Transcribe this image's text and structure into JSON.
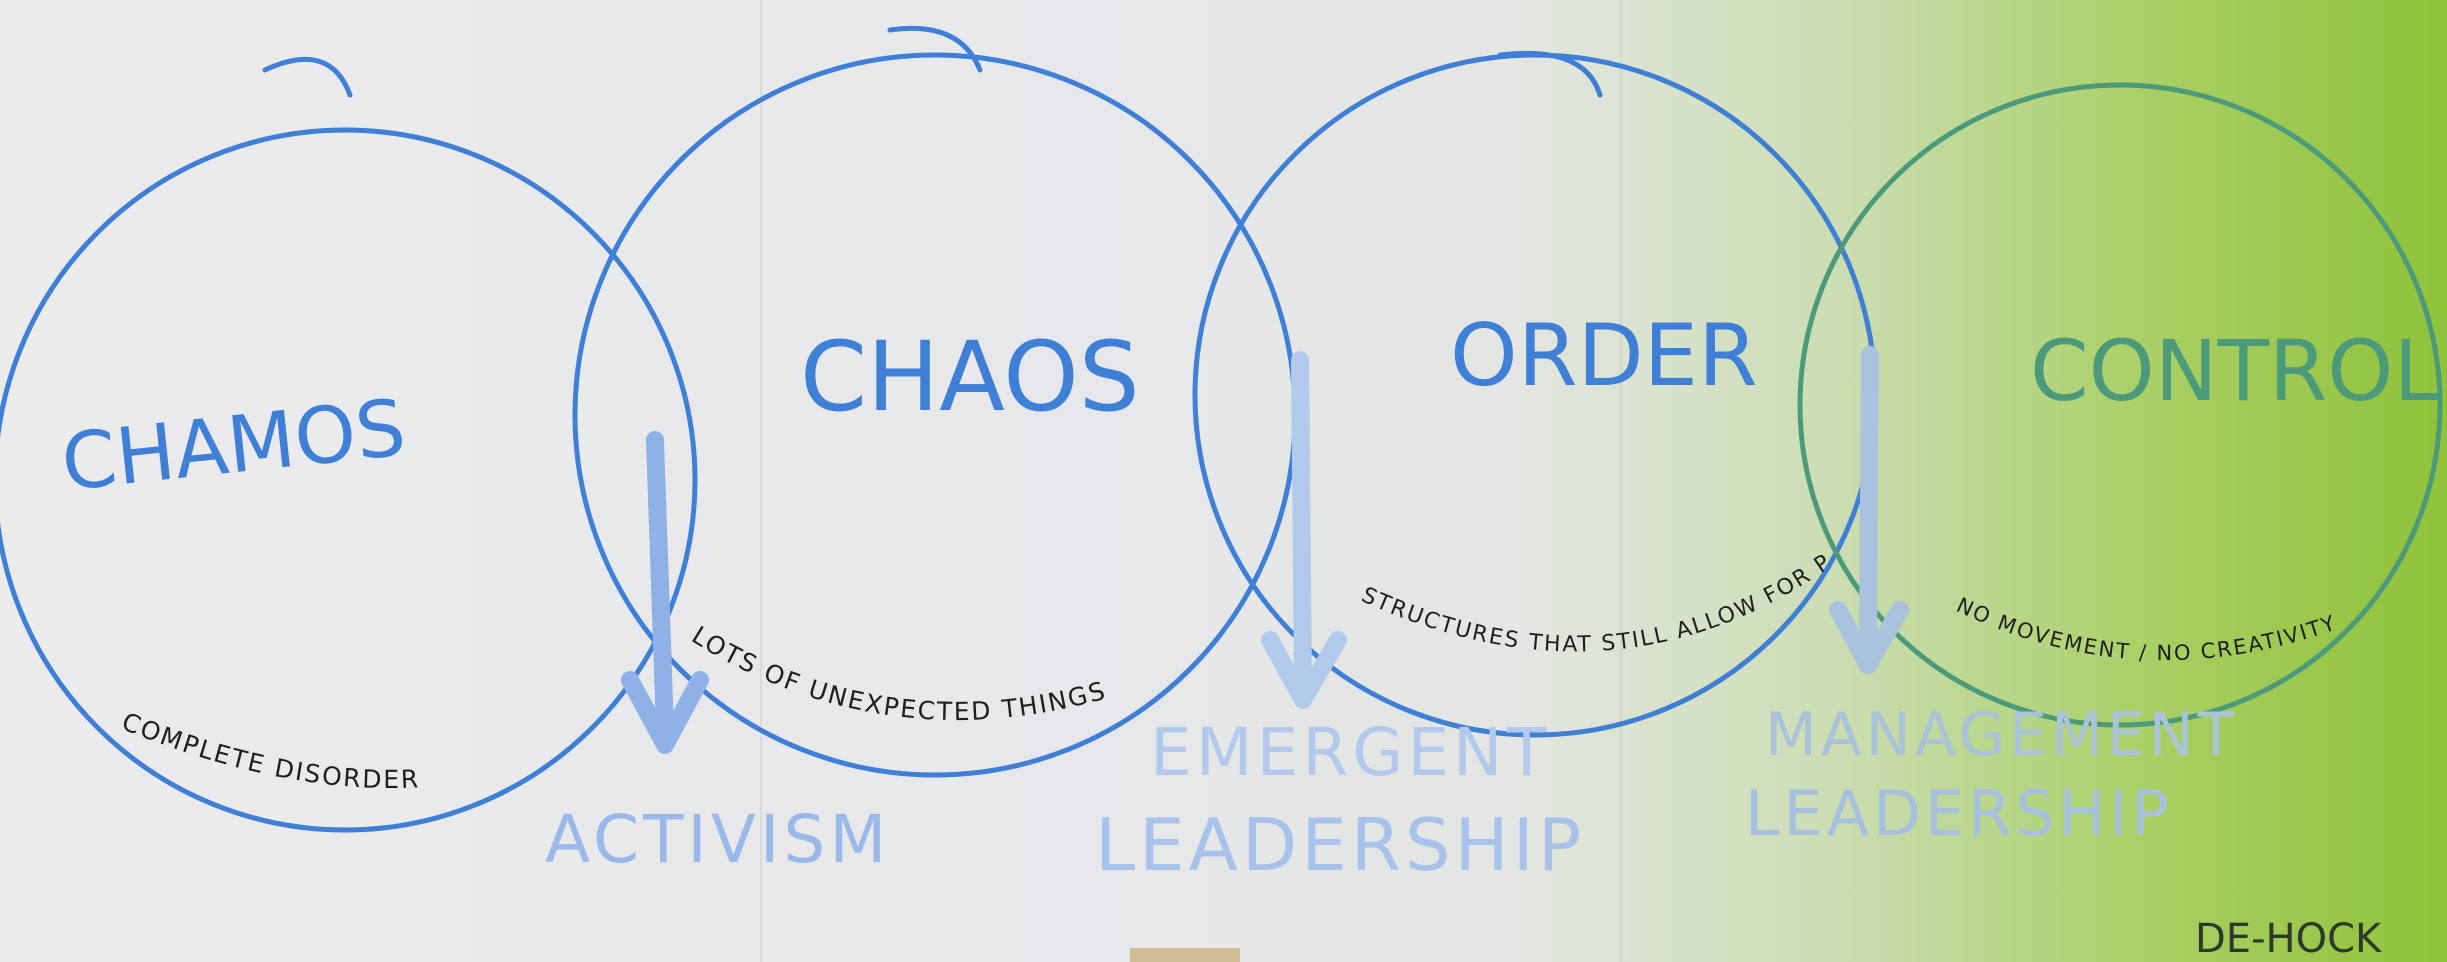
{
  "stages": [
    {
      "title": "CHAMOS",
      "caption": "COMPLETE DISORDER"
    },
    {
      "title": "CHAOS",
      "caption": "LOTS OF UNEXPECTED THINGS"
    },
    {
      "title": "ORDER",
      "caption": "STRUCTURES THAT STILL ALLOW FOR POSSIBILITY"
    },
    {
      "title": "CONTROL",
      "caption": "NO MOVEMENT / NO CREATIVITY"
    }
  ],
  "leadership_labels": [
    {
      "line1": "ACTIVISM",
      "line2": ""
    },
    {
      "line1": "EMERGENT",
      "line2": "LEADERSHIP"
    },
    {
      "line1": "MANAGEMENT",
      "line2": "LEADERSHIP"
    }
  ],
  "credit": "DE-HOCK",
  "colors": {
    "ink_blue": "#3f7fd6",
    "ink_dark": "#1f1f22",
    "faded_blue": "#9ab9e8",
    "control_teal": "#4c9a7a",
    "green_overlay": "#8fc23a"
  }
}
